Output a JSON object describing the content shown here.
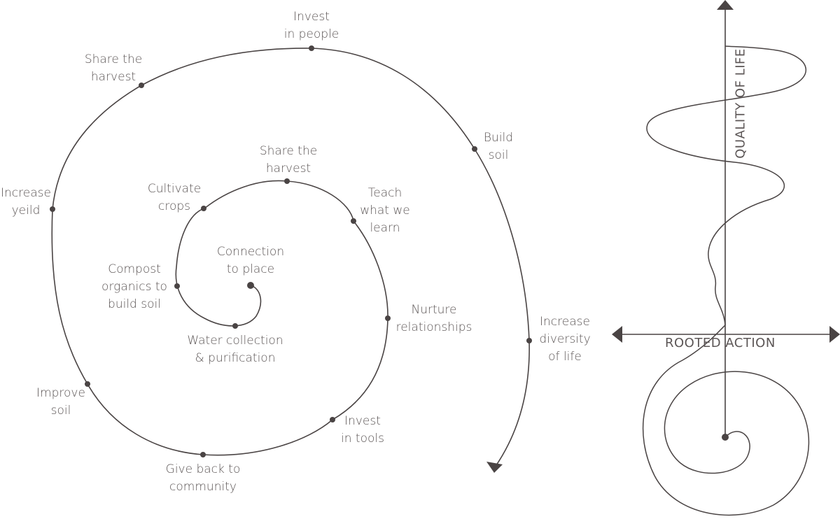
{
  "spiral_labels": {
    "connection_to_place": [
      "Connection",
      "to place"
    ],
    "compost_organics": [
      "Compost",
      "organics to",
      "build soil"
    ],
    "cultivate_crops": [
      "Cultivate",
      "crops"
    ],
    "share_harvest_inner": [
      "Share the",
      "harvest"
    ],
    "teach_what_we_learn": [
      "Teach",
      "what we",
      "learn"
    ],
    "nurture_relationships": [
      "Nurture",
      "relationships"
    ],
    "invest_in_tools": [
      "Invest",
      "in tools"
    ],
    "water_collection": [
      "Water collection",
      "& purification"
    ],
    "give_back": [
      "Give back to",
      "community"
    ],
    "improve_soil": [
      "Improve",
      "soil"
    ],
    "increase_yield": [
      "Increase",
      "yeild"
    ],
    "share_harvest_outer": [
      "Share the",
      "harvest"
    ],
    "invest_in_people": [
      "Invest",
      "in people"
    ],
    "build_soil": [
      "Build",
      "soil"
    ],
    "increase_diversity": [
      "Increase",
      "diversity",
      "of life"
    ]
  },
  "axes": {
    "y_label": "QUALITY OF LIFE",
    "x_label": "ROOTED ACTION"
  },
  "colors": {
    "stroke": "#4a4444",
    "text": "#5c5656"
  }
}
